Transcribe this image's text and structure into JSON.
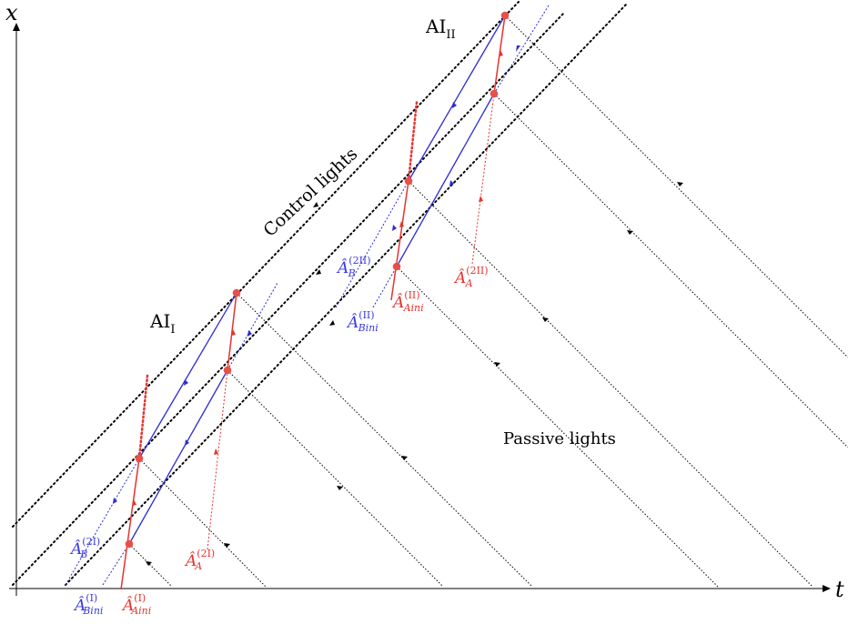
{
  "diagram": {
    "axes": {
      "x_label": "x",
      "t_label": "t"
    },
    "interferometers": [
      {
        "id": "I",
        "label": "AI",
        "subscript": "I"
      },
      {
        "id": "II",
        "label": "AI",
        "subscript": "II"
      }
    ],
    "annotations": {
      "control_lights": "Control lights",
      "passive_lights": "Passive lights"
    },
    "operators": {
      "B_ini_I": {
        "base": "Â",
        "sub": "Bini",
        "sup": "(I)"
      },
      "A_ini_I": {
        "base": "Â",
        "sub": "Aini",
        "sup": "(I)"
      },
      "B_2I": {
        "base": "Â",
        "sub": "B",
        "sup": "(2I)"
      },
      "A_2I": {
        "base": "Â",
        "sub": "A",
        "sup": "(2I)"
      },
      "B_ini_II": {
        "base": "Â",
        "sub": "Bini",
        "sup": "(II)"
      },
      "A_ini_II": {
        "base": "Â",
        "sub": "Aini",
        "sup": "(II)"
      },
      "B_2II": {
        "base": "Â",
        "sub": "B",
        "sup": "(2II)"
      },
      "A_2II": {
        "base": "Â",
        "sub": "A",
        "sup": "(2II)"
      }
    },
    "colors": {
      "axis": "#000000",
      "red_path": "#e8322e",
      "blue_path": "#2b2bd6",
      "event_dot": "#e8504a",
      "light_line": "#000000"
    }
  }
}
